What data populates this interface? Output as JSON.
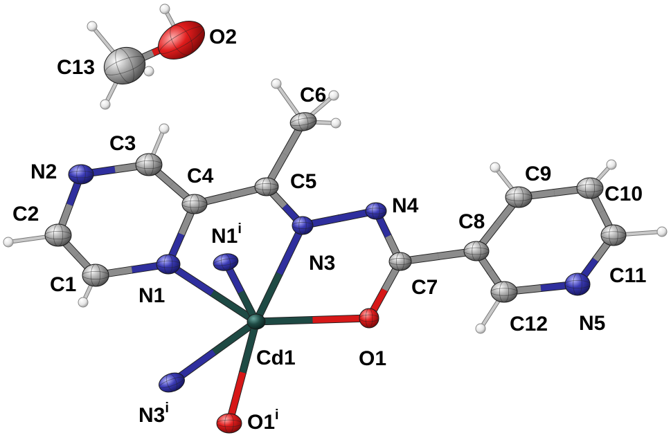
{
  "molecule": {
    "atoms": [
      {
        "id": "Cd1",
        "element": "Cd",
        "label": "Cd1",
        "sup": ""
      },
      {
        "id": "N1",
        "element": "N",
        "label": "N1",
        "sup": ""
      },
      {
        "id": "N1i",
        "element": "N",
        "label": "N1",
        "sup": "i"
      },
      {
        "id": "N2",
        "element": "N",
        "label": "N2",
        "sup": ""
      },
      {
        "id": "N3",
        "element": "N",
        "label": "N3",
        "sup": ""
      },
      {
        "id": "N3i",
        "element": "N",
        "label": "N3",
        "sup": "i"
      },
      {
        "id": "N4",
        "element": "N",
        "label": "N4",
        "sup": ""
      },
      {
        "id": "N5",
        "element": "N",
        "label": "N5",
        "sup": ""
      },
      {
        "id": "O1",
        "element": "O",
        "label": "O1",
        "sup": ""
      },
      {
        "id": "O1i",
        "element": "O",
        "label": "O1",
        "sup": "i"
      },
      {
        "id": "O2",
        "element": "O",
        "label": "O2",
        "sup": ""
      },
      {
        "id": "C1",
        "element": "C",
        "label": "C1",
        "sup": ""
      },
      {
        "id": "C2",
        "element": "C",
        "label": "C2",
        "sup": ""
      },
      {
        "id": "C3",
        "element": "C",
        "label": "C3",
        "sup": ""
      },
      {
        "id": "C4",
        "element": "C",
        "label": "C4",
        "sup": ""
      },
      {
        "id": "C5",
        "element": "C",
        "label": "C5",
        "sup": ""
      },
      {
        "id": "C6",
        "element": "C",
        "label": "C6",
        "sup": ""
      },
      {
        "id": "C7",
        "element": "C",
        "label": "C7",
        "sup": ""
      },
      {
        "id": "C8",
        "element": "C",
        "label": "C8",
        "sup": ""
      },
      {
        "id": "C9",
        "element": "C",
        "label": "C9",
        "sup": ""
      },
      {
        "id": "C10",
        "element": "C",
        "label": "C10",
        "sup": ""
      },
      {
        "id": "C11",
        "element": "C",
        "label": "C11",
        "sup": ""
      },
      {
        "id": "C12",
        "element": "C",
        "label": "C12",
        "sup": ""
      },
      {
        "id": "C13",
        "element": "C",
        "label": "C13",
        "sup": ""
      }
    ],
    "bonds": [
      [
        "Cd1",
        "N1"
      ],
      [
        "Cd1",
        "N1i"
      ],
      [
        "Cd1",
        "N3"
      ],
      [
        "Cd1",
        "N3i"
      ],
      [
        "Cd1",
        "O1"
      ],
      [
        "Cd1",
        "O1i"
      ],
      [
        "N1",
        "C1"
      ],
      [
        "C1",
        "C2"
      ],
      [
        "C2",
        "N2"
      ],
      [
        "N2",
        "C3"
      ],
      [
        "C3",
        "C4"
      ],
      [
        "C4",
        "N1"
      ],
      [
        "C4",
        "C5"
      ],
      [
        "C5",
        "C6"
      ],
      [
        "C5",
        "N3"
      ],
      [
        "N3",
        "N4"
      ],
      [
        "N4",
        "C7"
      ],
      [
        "C7",
        "O1"
      ],
      [
        "C7",
        "C8"
      ],
      [
        "C8",
        "C9"
      ],
      [
        "C9",
        "C10"
      ],
      [
        "C10",
        "C11"
      ],
      [
        "C11",
        "N5"
      ],
      [
        "N5",
        "C12"
      ],
      [
        "C12",
        "C8"
      ],
      [
        "C13",
        "O2"
      ]
    ],
    "colors": {
      "C": "#8c8c8c",
      "N": "#2f2f9e",
      "O": "#d61818",
      "Cd": "#1e4a44",
      "H": "#e8e8e8"
    }
  }
}
